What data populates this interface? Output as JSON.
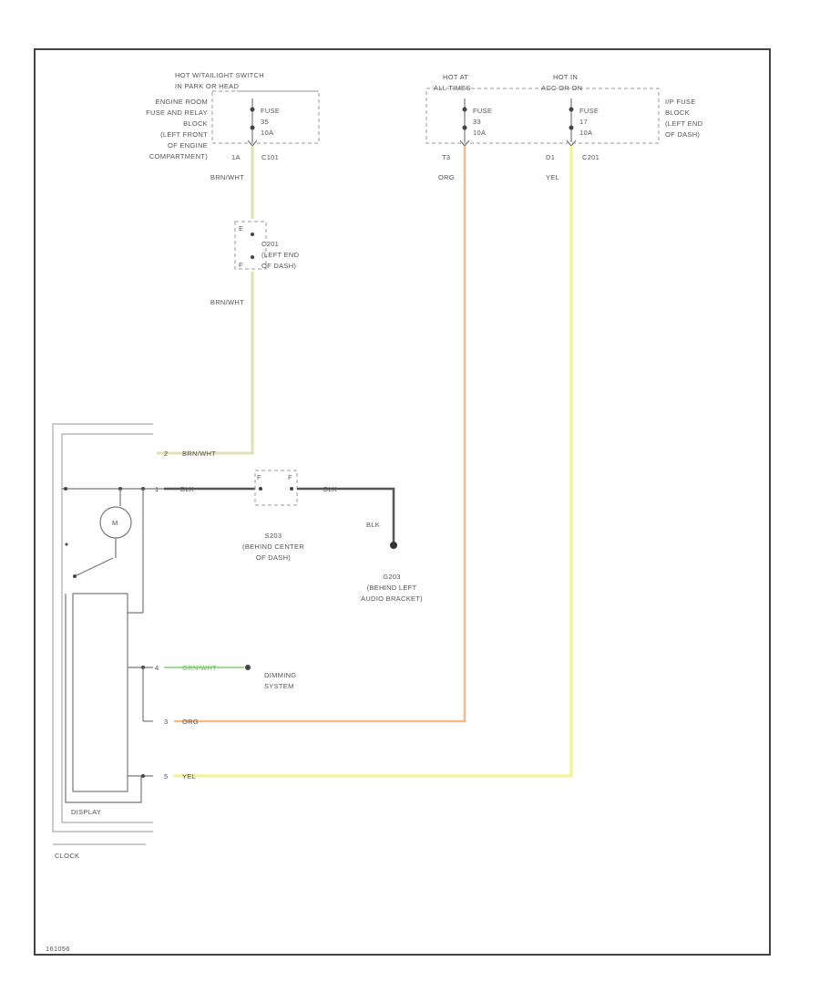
{
  "diagram": {
    "fuse_blocks": {
      "left": {
        "hot_label": "HOT W/TAILIGHT SWITCH",
        "hot_sub": "IN PARK OR HEAD",
        "block_desc": [
          "ENGINE ROOM",
          "FUSE AND RELAY",
          "BLOCK",
          "(LEFT FRONT",
          "OF ENGINE",
          "COMPARTMENT)"
        ],
        "fuse_lines": [
          "FUSE",
          "35",
          "10A"
        ],
        "pin": "1A",
        "connector": "C101"
      },
      "middle": {
        "hot_label": "HOT AT",
        "hot_sub": "ALL TIMES",
        "fuse_lines": [
          "FUSE",
          "33",
          "10A"
        ],
        "pin": "T3"
      },
      "right": {
        "hot_label": "HOT IN",
        "hot_sub": "ACC OR ON",
        "block_desc": [
          "I/P FUSE",
          "BLOCK",
          "(LEFT END",
          "OF DASH)"
        ],
        "fuse_lines": [
          "FUSE",
          "17",
          "10A"
        ],
        "pin": "D1",
        "connector": "C201"
      }
    },
    "wires": {
      "brn_wht": "BRN/WHT",
      "org": "ORG",
      "yel": "YEL",
      "blk": "BLK",
      "grn_wht": "GRN/WHT"
    },
    "connector_c201": {
      "pin_top": "E",
      "pin_bottom": "F",
      "desc": [
        "C201",
        "(LEFT END",
        "OF DASH)"
      ]
    },
    "splice_s203": {
      "pin_left": "F",
      "pin_right": "F",
      "desc": [
        "S203",
        "(BEHIND CENTER",
        "OF DASH)"
      ]
    },
    "ground_g203": {
      "desc": [
        "G203",
        "(BEHIND LEFT",
        "AUDIO BRACKET)"
      ]
    },
    "clock_pins": {
      "p1": "2",
      "p2": "1",
      "p3": "4",
      "p4": "3",
      "p5": "5"
    },
    "dimming": [
      "DIMMING",
      "SYSTEM"
    ],
    "lamp_symbol": "M",
    "display": "DISPLAY",
    "clock": "CLOCK",
    "footer_id": "161056"
  }
}
